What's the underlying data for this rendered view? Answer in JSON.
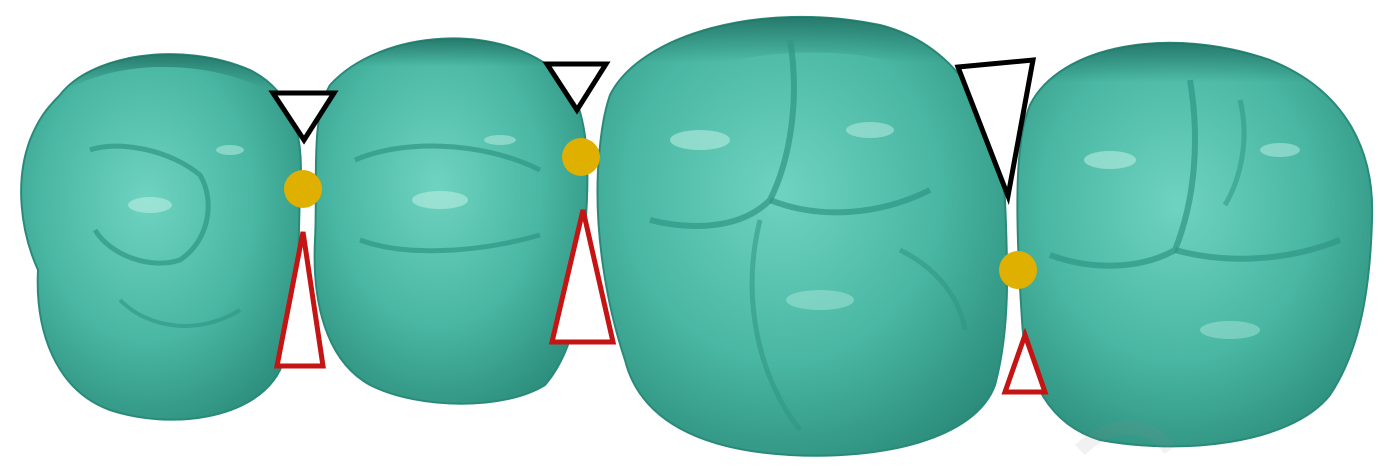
{
  "image": {
    "subject": "teeth-occlusal-view",
    "background": "#ffffff",
    "tooth_color": "#49b7a3",
    "tooth_shadow": "#2a8a79",
    "tooth_highlight": "#bff0e6",
    "contact_point_color": "#e0b000",
    "upper_embrasure_color": "#000000",
    "lower_embrasure_color": "#c41414",
    "teeth_count": 4,
    "contact_points_count": 3,
    "upper_embrasures_count": 3,
    "lower_embrasures_count": 3
  }
}
